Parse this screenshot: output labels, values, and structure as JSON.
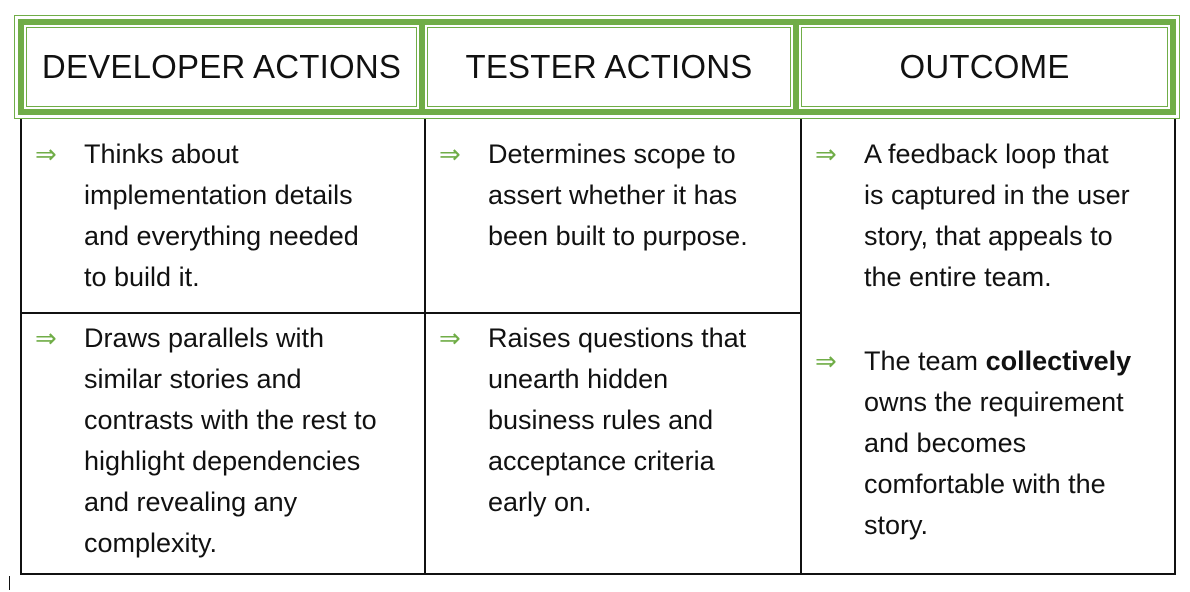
{
  "headers": [
    "DEVELOPER ACTIONS",
    "TESTER ACTIONS",
    "OUTCOME"
  ],
  "arrow_glyph": "⇒",
  "accent_color": "#70ad47",
  "developer": [
    {
      "lines": [
        "Thinks about",
        "implementation details",
        "and everything needed",
        "to build it."
      ]
    },
    {
      "lines": [
        "Draws parallels with",
        "similar stories and",
        "contrasts with the rest to",
        "highlight dependencies",
        "and revealing any",
        "complexity."
      ]
    }
  ],
  "tester": [
    {
      "lines": [
        "Determines scope to",
        "assert whether it has",
        "been built to purpose."
      ]
    },
    {
      "lines": [
        "Raises questions that",
        "unearth hidden",
        "business rules and",
        "acceptance criteria",
        "early on."
      ]
    }
  ],
  "outcome": [
    {
      "lines": [
        "A feedback loop that",
        "is captured in the user",
        "story, that appeals to",
        "the entire team."
      ]
    },
    {
      "first_line_pre": "The team ",
      "first_line_bold": "collectively",
      "lines": [
        "owns the requirement",
        "and becomes",
        "comfortable with the",
        "story."
      ]
    }
  ]
}
